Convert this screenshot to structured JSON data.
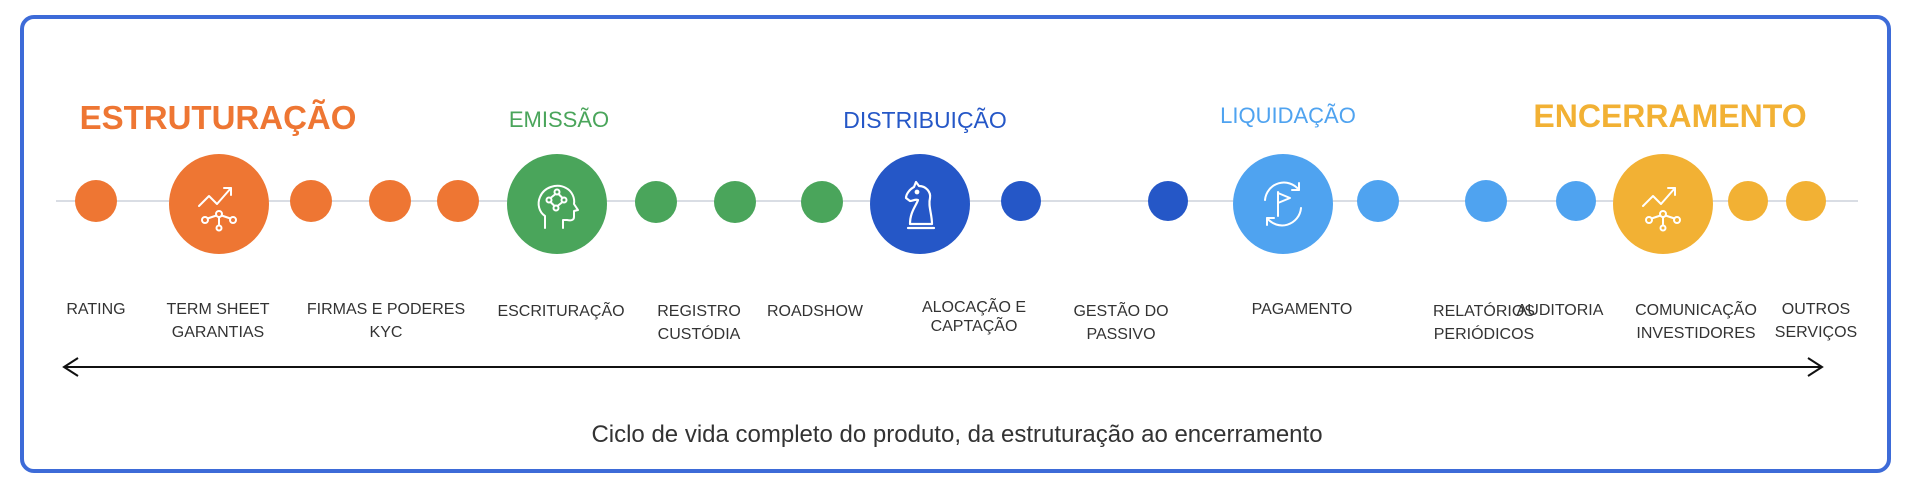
{
  "colors": {
    "frame": "#3d6bd8",
    "estruturacao": "#ee7633",
    "emissao": "#4aa55b",
    "distribuicao": "#2557c7",
    "liquidacao": "#4fa3f0",
    "encerramento": "#f2b134",
    "line": "#d9dde4",
    "text": "#333333"
  },
  "phases": [
    {
      "title": "ESTRUTURAÇÃO",
      "color": "#ee7633",
      "icon": "growth-network-icon"
    },
    {
      "title": "EMISSÃO",
      "color": "#4aa55b",
      "icon": "head-network-icon"
    },
    {
      "title": "DISTRIBUIÇÃO",
      "color": "#2557c7",
      "icon": "chess-knight-icon"
    },
    {
      "title": "LIQUIDAÇÃO",
      "color": "#4fa3f0",
      "icon": "flag-cycle-icon"
    },
    {
      "title": "ENCERRAMENTO",
      "color": "#f2b134",
      "icon": "growth-network-icon"
    }
  ],
  "steps": [
    {
      "lines": [
        "RATING"
      ]
    },
    {
      "lines": [
        "TERM SHEET",
        "GARANTIAS"
      ]
    },
    {
      "lines": [
        "FIRMAS E PODERES",
        "KYC"
      ]
    },
    {
      "lines": [
        "ESCRITURAÇÃO"
      ]
    },
    {
      "lines": [
        "REGISTRO",
        "CUSTÓDIA"
      ]
    },
    {
      "lines": [
        "ROADSHOW"
      ]
    },
    {
      "lines": [
        "ALOCAÇÃO E",
        "CAPTAÇÃO"
      ]
    },
    {
      "lines": [
        "GESTÃO DO",
        "PASSIVO"
      ]
    },
    {
      "lines": [
        "PAGAMENTO"
      ]
    },
    {
      "lines": [
        "RELATÓRIOS",
        "PERIÓDICOS"
      ]
    },
    {
      "lines": [
        "AUDITORIA"
      ]
    },
    {
      "lines": [
        "COMUNICAÇÃO",
        "INVESTIDORES"
      ]
    },
    {
      "lines": [
        "OUTROS",
        "SERVIÇOS"
      ]
    }
  ],
  "caption": "Ciclo de vida completo do produto, da estruturação ao encerramento"
}
